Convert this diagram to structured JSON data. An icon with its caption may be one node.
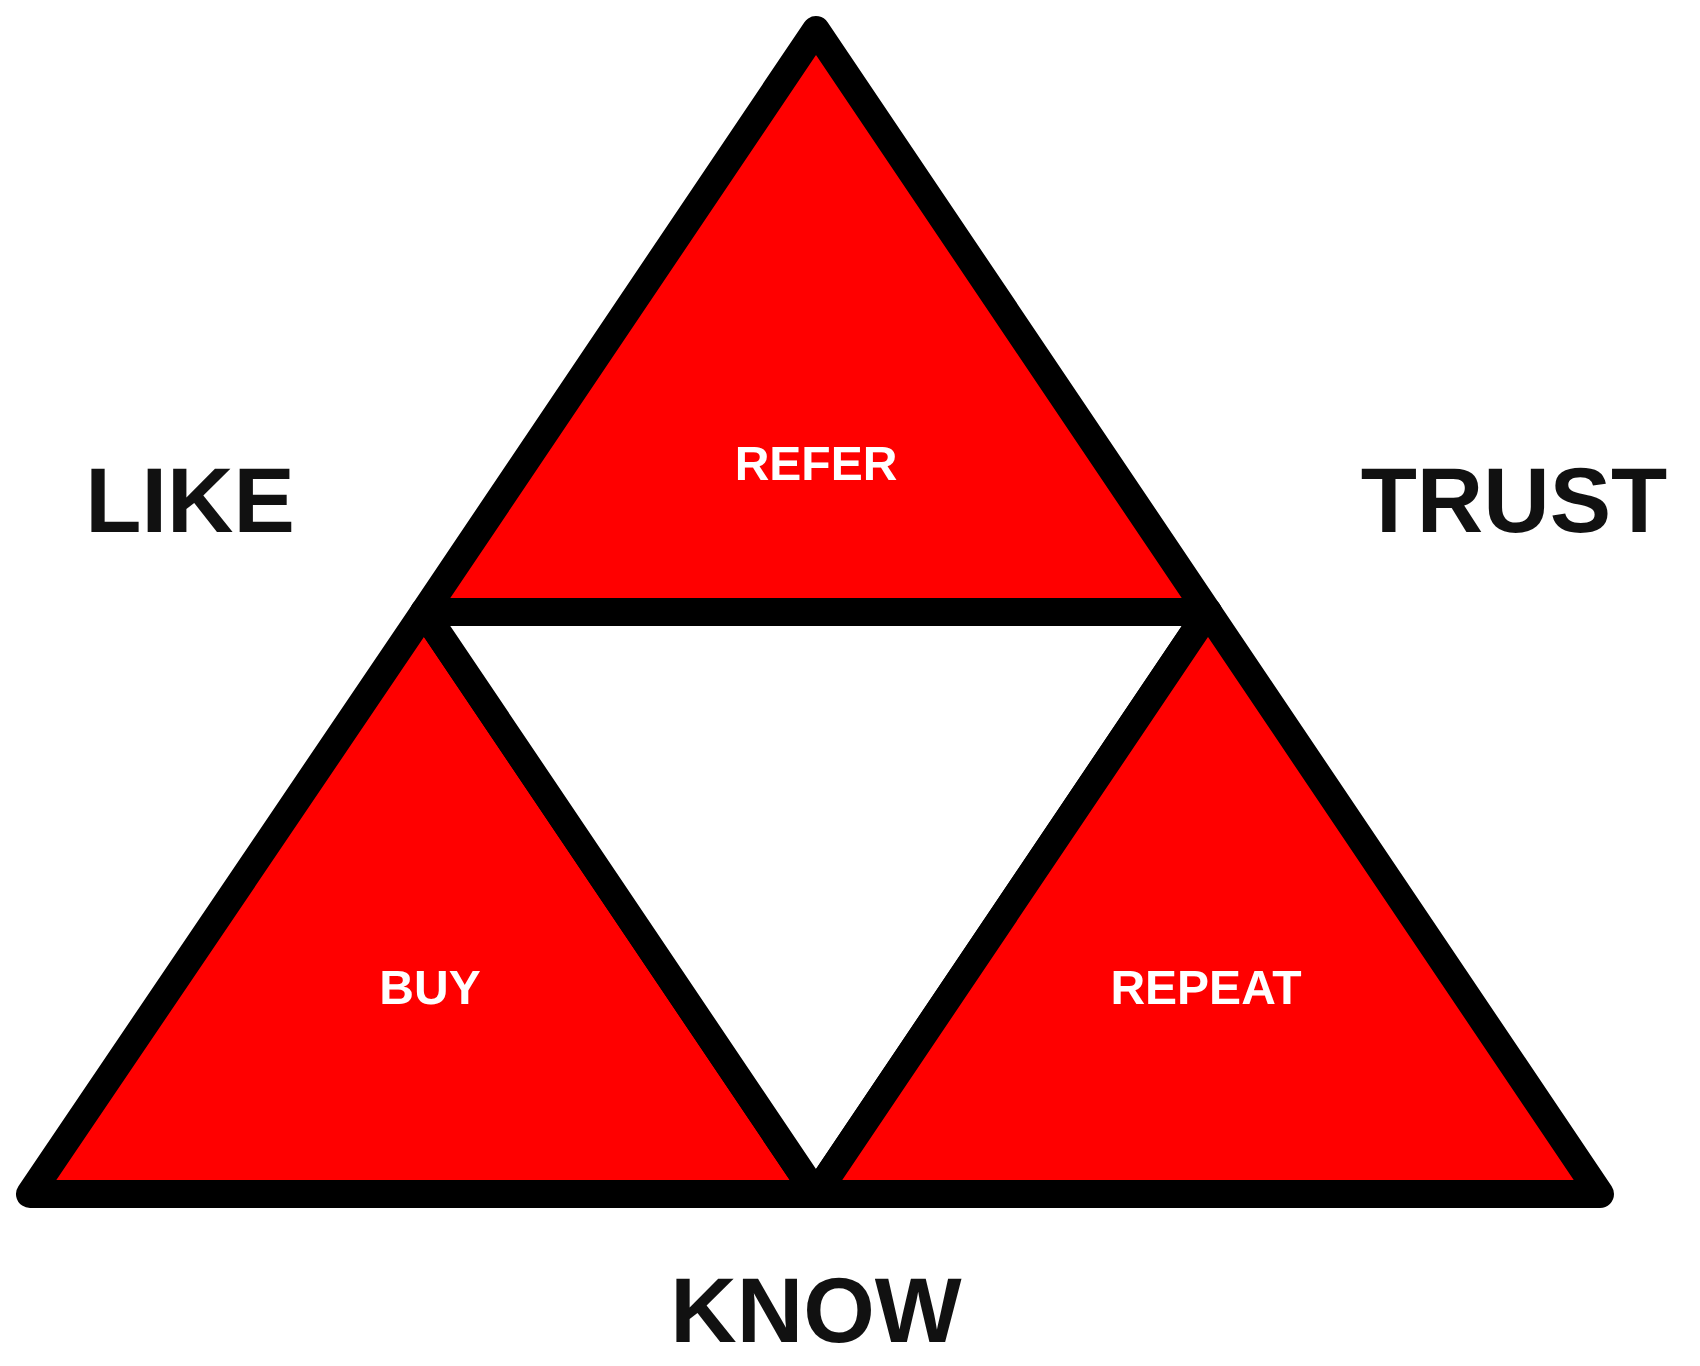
{
  "diagram": {
    "nodes": [
      {
        "text": [
          "REFER"
        ]
      },
      {
        "text": [
          "BUY"
        ]
      },
      {
        "text": [],
        "shape": "triangle"
      },
      {
        "text": [
          "REPEAT"
        ]
      }
    ],
    "labels": [
      "LIKE",
      "TRUST",
      "KNOW"
    ]
  }
}
